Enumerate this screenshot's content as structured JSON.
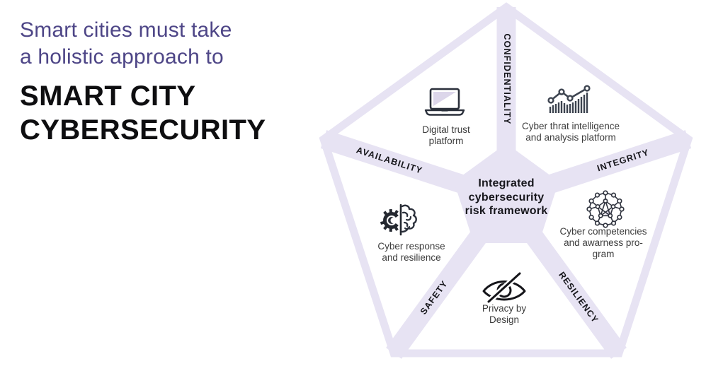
{
  "header": {
    "subtitle_line1": "Smart cities must take",
    "subtitle_line2": "a holistic approach to",
    "title_line1": "SMART CITY",
    "title_line2": "CYBERSECURITY"
  },
  "diagram": {
    "center": {
      "line1": "Integrated",
      "line2": "cybersecurity",
      "line3": "risk framework"
    },
    "edge_labels": {
      "top": "CONFIDENTIALITY",
      "upper_left": "AVAILABILITY",
      "upper_right": "INTEGRITY",
      "lower_left": "SAFETY",
      "lower_right": "RESILIENCY"
    },
    "items": [
      {
        "icon": "laptop-icon",
        "lines": [
          "Digital trust",
          "platform"
        ]
      },
      {
        "icon": "bar-chart-icon",
        "lines": [
          "Cyber thrat intelligence",
          "and analysis platform"
        ]
      },
      {
        "icon": "network-sphere-icon",
        "lines": [
          "Cyber competencies",
          "and awarness pro-",
          "gram"
        ]
      },
      {
        "icon": "gear-brain-icon",
        "lines": [
          "Cyber response",
          "and resilience"
        ]
      },
      {
        "icon": "eye-slash-icon",
        "lines": [
          "Privacy by",
          "Design"
        ]
      }
    ]
  },
  "colors": {
    "accent_lavender": "#e7e3f3",
    "heading_purple": "#4e4687",
    "heading_black": "#0e0e10",
    "label_gray": "#3c3c3c",
    "icon_ink": "#2b303b",
    "screen_reflection": "#dcd6ea"
  }
}
